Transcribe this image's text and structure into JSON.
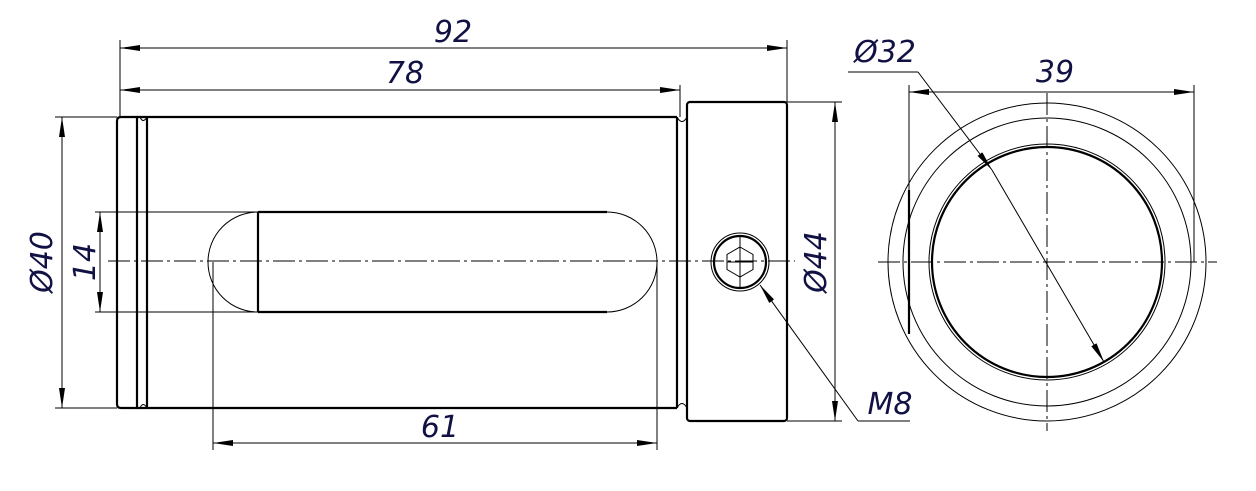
{
  "drawing": {
    "dimensions": {
      "overall_length": "92",
      "body_length": "78",
      "slot_length": "61",
      "body_diameter": "Ø40",
      "slot_width": "14",
      "collar_diameter": "Ø44",
      "bore_diameter": "Ø32",
      "flat_width": "39",
      "screw_thread": "M8"
    },
    "colors": {
      "lines": "#000000",
      "text": "#111144"
    }
  }
}
